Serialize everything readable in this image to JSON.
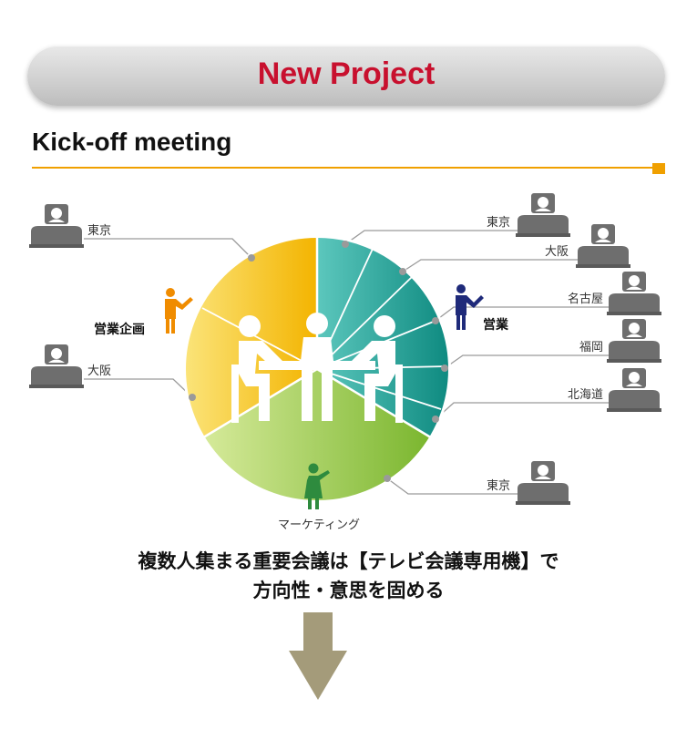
{
  "banner": {
    "title": "New Project"
  },
  "section": {
    "title": "Kick-off meeting"
  },
  "diagram": {
    "left_sites": [
      "東京",
      "大阪"
    ],
    "right_sites": [
      "東京",
      "大阪",
      "名古屋",
      "福岡",
      "北海道"
    ],
    "bottom_site": "東京",
    "departments": {
      "planning": "営業企画",
      "sales": "営業",
      "marketing": "マーケティング"
    },
    "colors": {
      "planning": "#f5c200",
      "sales": "#1aa39a",
      "marketing": "#8dc63f",
      "terminal": "#6e6e6e",
      "sales_person": "#1f2a7a",
      "planning_person": "#f08c00",
      "marketing_person": "#2e8b3e"
    }
  },
  "headline": {
    "line1": "複数人集まる重要会議は【テレビ会議専用機】で",
    "line2": "方向性・意思を固める"
  }
}
